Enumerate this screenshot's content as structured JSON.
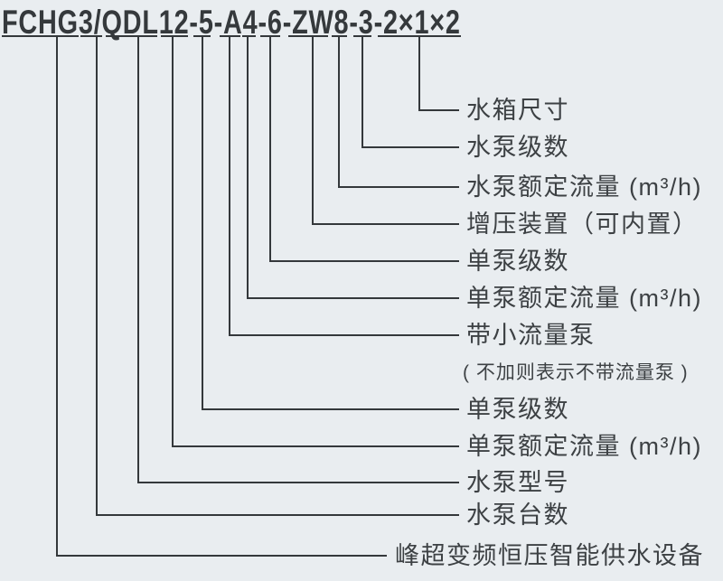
{
  "model_code": {
    "full": "FCHG3/QDL12-5-A4-6-ZW8-3-2×1×2"
  },
  "legend": {
    "entries": [
      {
        "code_part": "2×1×2",
        "label": "水箱尺寸"
      },
      {
        "code_part": "3",
        "label": "水泵级数"
      },
      {
        "code_part": "8",
        "label": "水泵额定流量 (m³/h)"
      },
      {
        "code_part": "ZW",
        "label": "增压装置（可内置）"
      },
      {
        "code_part": "6",
        "label": "单泵级数"
      },
      {
        "code_part": "4",
        "label": "单泵额定流量 (m³/h)"
      },
      {
        "code_part": "A",
        "label": "带小流量泵",
        "note": "( 不加则表示不带流量泵 )"
      },
      {
        "code_part": "5",
        "label": "单泵级数"
      },
      {
        "code_part": "12",
        "label": "单泵额定流量 (m³/h)"
      },
      {
        "code_part": "QDL",
        "label": "水泵型号"
      },
      {
        "code_part": "3",
        "label": "水泵台数"
      },
      {
        "code_part": "FCHG",
        "label": "峰超变频恒压智能供水设备"
      }
    ]
  },
  "colors": {
    "background": "#e9edf0",
    "line": "#34383b",
    "code_text": "#35393c",
    "label_text": "#3d4144"
  }
}
